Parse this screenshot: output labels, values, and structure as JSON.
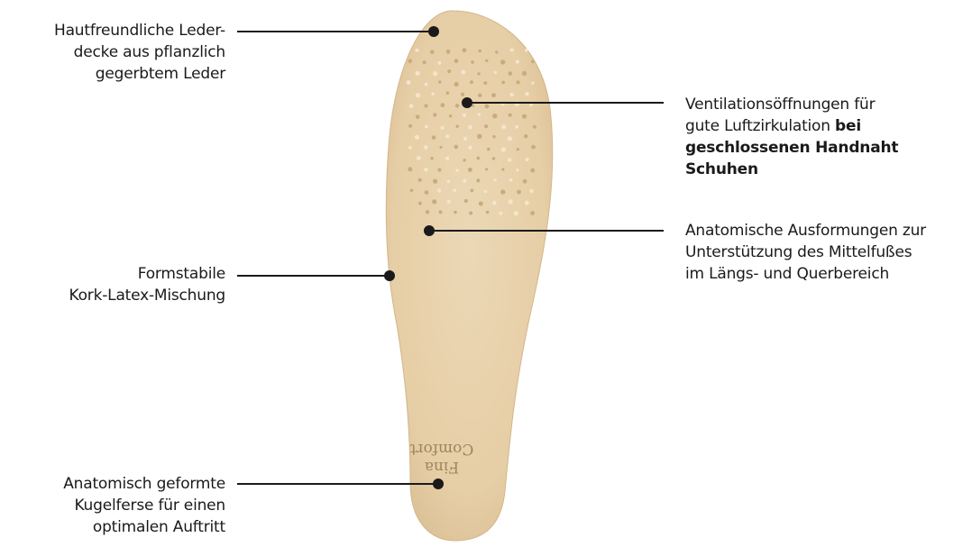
{
  "annotations": {
    "leather_cover": {
      "lines": [
        "Hautfreundliche Leder-",
        "decke aus pflanzlich",
        "gegerbtem Leder"
      ]
    },
    "cork_latex": {
      "lines": [
        "Formstabile",
        "Kork-Latex-Mischung"
      ]
    },
    "heel": {
      "lines": [
        "Anatomisch geformte",
        "Kugelferse für einen",
        "optimalen Auftritt"
      ]
    },
    "ventilation": {
      "line1": "Ventilationsöffnungen für",
      "line2_regular": "gute Luftzirkulation ",
      "line2_bold": "bei",
      "bold_lines": [
        "geschlossenen Handnaht",
        "Schuhen"
      ]
    },
    "anatomic_support": {
      "lines": [
        "Anatomische Ausformungen zur",
        "Unterstützung des Mittelfußes",
        "im Längs- und Querbereich"
      ]
    }
  },
  "insole_print": {
    "brand_line1": "Fina",
    "brand_line2": "Comfort"
  },
  "colors": {
    "insole": "#e8d1ac",
    "insole_edge": "#d8bd93",
    "line": "#1a1a1a",
    "dot": "#1a1a1a"
  }
}
